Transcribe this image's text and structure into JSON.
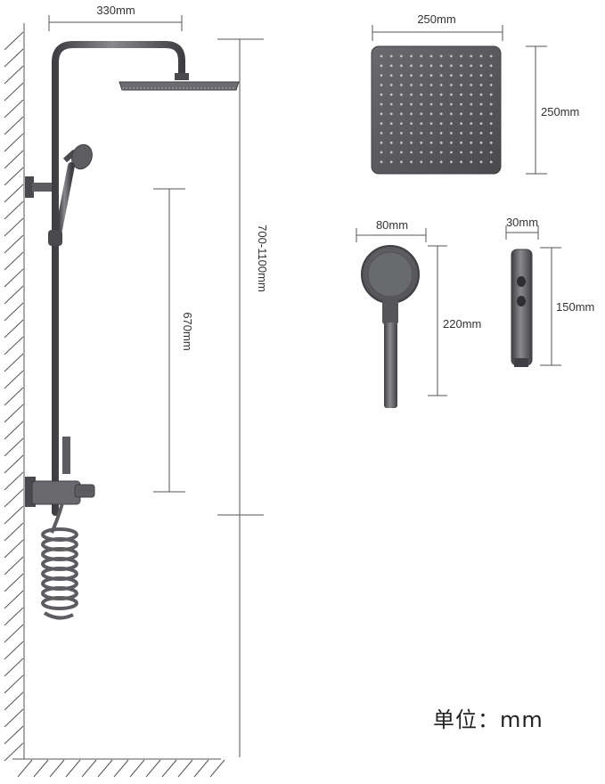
{
  "dimensions": {
    "arm_width": "330mm",
    "overall_height": "700-1100mm",
    "rail_height": "670mm",
    "head_width": "250mm",
    "head_height": "250mm",
    "handheld_width": "80mm",
    "handheld_length": "220mm",
    "handle_width": "30mm",
    "handle_length": "150mm"
  },
  "unit_label": "单位：mm",
  "colors": {
    "metal": "#5d5d61",
    "metal_dark": "#3f3f43",
    "metal_light": "#8a8a8e",
    "line": "#555555"
  }
}
